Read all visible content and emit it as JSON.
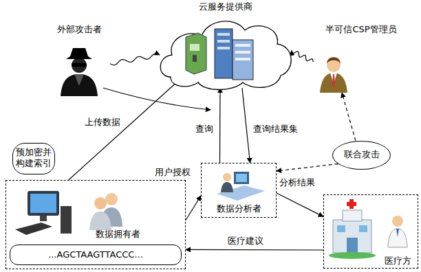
{
  "diagram": {
    "nodes": [
      {
        "text": [
          "云服务提供商"
        ]
      },
      {
        "text": [
          "外部攻击者"
        ]
      },
      {
        "text": [
          "半可信CSP管理员"
        ]
      },
      {
        "text": [
          "预加密并构建索引"
        ]
      },
      {
        "text": [
          "数据拥有者"
        ]
      },
      {
        "text": [
          "...AGCTAAGTTACCC..."
        ],
        "in": 4
      },
      {
        "text": [
          "数据分析者"
        ]
      },
      {
        "text": [
          "联合攻击"
        ]
      },
      {
        "text": [
          "医疗方"
        ]
      }
    ],
    "edges": [
      {
        "from": 4,
        "to": 0,
        "label": "上传数据",
        "arrow": "to"
      },
      {
        "from": 6,
        "to": 0,
        "label": "查询",
        "arrow": "to"
      },
      {
        "from": 0,
        "to": 6,
        "label": "查询结果集",
        "arrow": "to"
      },
      {
        "from": 4,
        "to": 6,
        "label": "用户授权",
        "arrow": "to"
      },
      {
        "from": 6,
        "to": 8,
        "label": "分析结果",
        "arrow": "to"
      },
      {
        "from": 8,
        "to": 4,
        "label": "医疗建议",
        "arrow": "to"
      },
      {
        "from": 7,
        "to": 6,
        "arrow": "to"
      },
      {
        "from": 7,
        "to": 2,
        "arrow": "to"
      },
      {
        "from": 1,
        "to": 0,
        "arrow": "to"
      },
      {
        "from": 2,
        "to": 0,
        "arrow": "to"
      }
    ]
  }
}
